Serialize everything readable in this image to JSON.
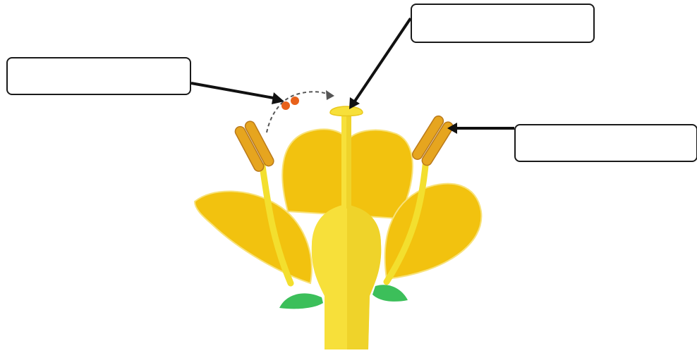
{
  "diagram": {
    "subject": "flower-cross-section",
    "colors": {
      "petal": "#f2c20f",
      "petal_edge": "#f8e27a",
      "pistil": "#f7e03a",
      "pistil_shade": "#e9c81e",
      "stamen_filament": "#f3df2e",
      "anther": "#e6a51f",
      "anther_dark": "#b9791a",
      "sepal": "#3cbf5a",
      "pollen": "#e8611a",
      "arrow": "#111111",
      "dashed_path": "#555555",
      "box_border": "#1a1a1a"
    },
    "labels": [
      {
        "id": "label-stigma",
        "text": ""
      },
      {
        "id": "label-pollen",
        "text": ""
      },
      {
        "id": "label-anther",
        "text": ""
      }
    ]
  }
}
